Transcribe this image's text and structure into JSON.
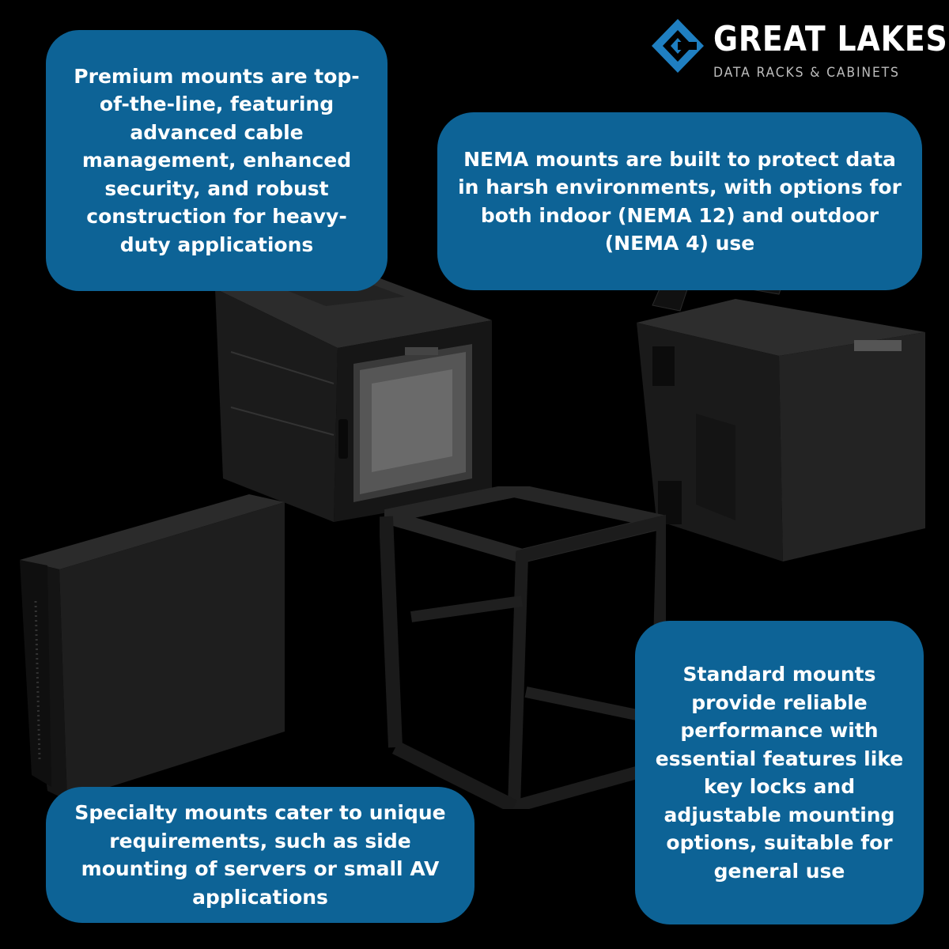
{
  "brand": {
    "name": "GREAT LAKES",
    "tagline": "DATA RACKS & CABINETS",
    "color": "#1f7fc1"
  },
  "callouts": {
    "premium": "Premium mounts are top-of-the-line, featuring advanced cable management, enhanced security, and robust construction for heavy-duty applications",
    "nema": "NEMA mounts are built to protect data in harsh environments, with options for both indoor (NEMA 12) and outdoor (NEMA 4) use",
    "standard": "Standard mounts provide reliable performance with essential features like key locks and adjustable mounting options, suitable for general use",
    "specialty": "Specialty mounts cater to unique requirements, such as side mounting of servers or small AV applications"
  },
  "colors": {
    "background": "#000000",
    "callout_fill": "#0d6396",
    "callout_text": "#ffffff"
  }
}
